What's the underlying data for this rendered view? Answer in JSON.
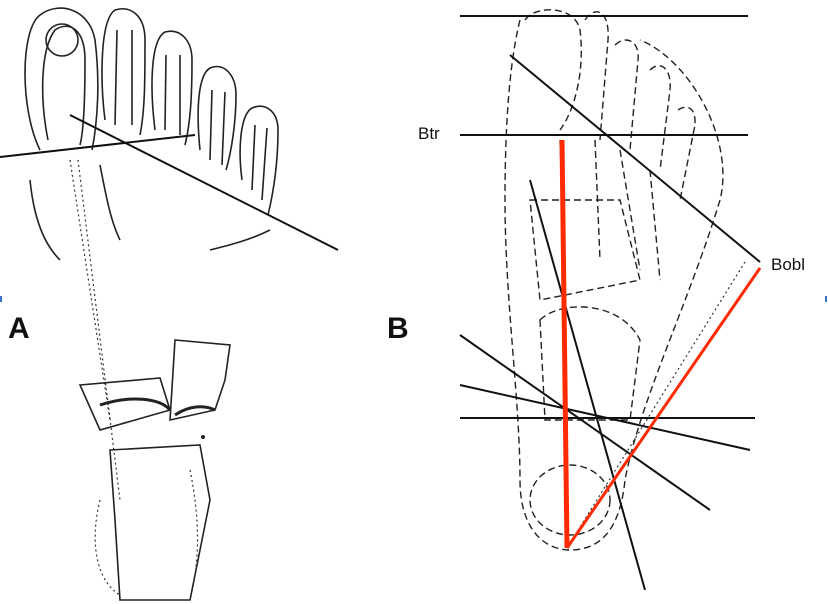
{
  "panels": [
    {
      "label": "A"
    },
    {
      "label": "B"
    }
  ],
  "annotations": {
    "transverse": "Btr",
    "oblique": "Bobl"
  },
  "colors": {
    "measurement_line": "#ff2a00",
    "ink": "#111111"
  }
}
